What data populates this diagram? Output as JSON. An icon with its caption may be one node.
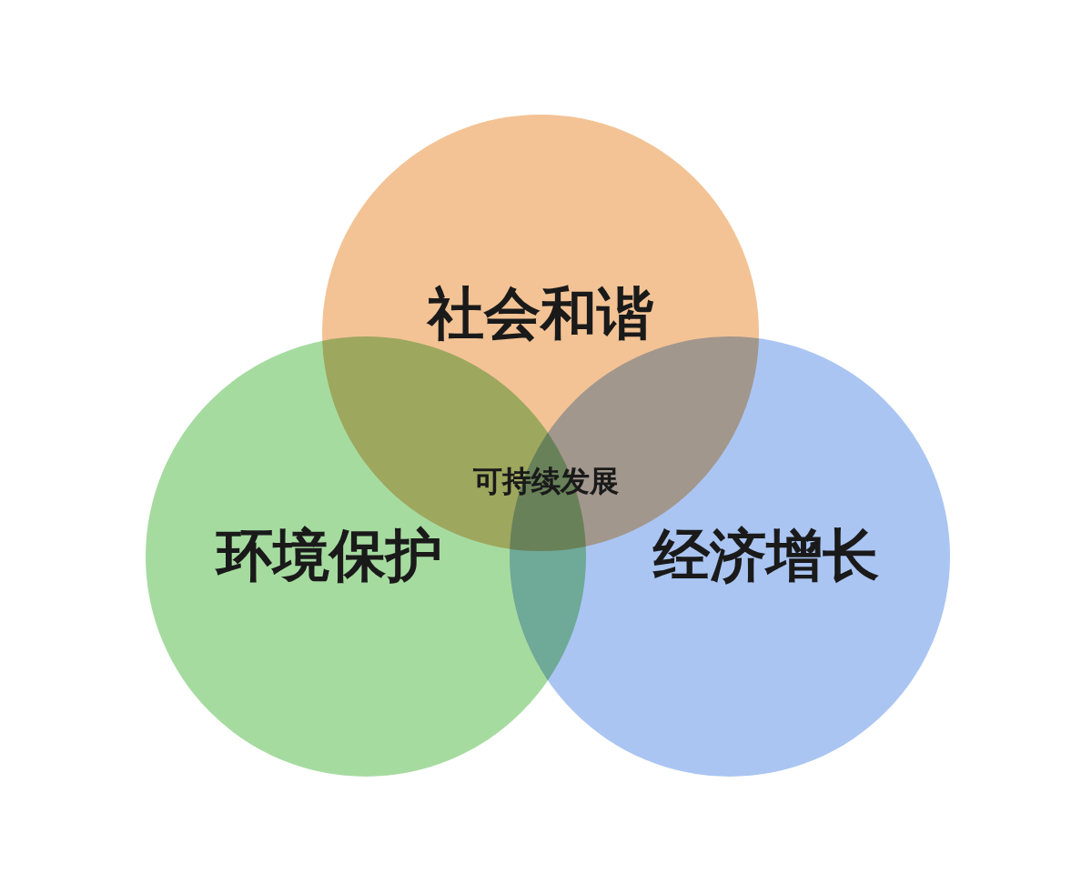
{
  "diagram": {
    "nodes": [
      {
        "text": [
          "社会和谐"
        ]
      },
      {
        "text": [
          "环境保护"
        ]
      },
      {
        "text": [
          "经济增长"
        ]
      }
    ],
    "labels": [
      "可持续发展"
    ]
  }
}
